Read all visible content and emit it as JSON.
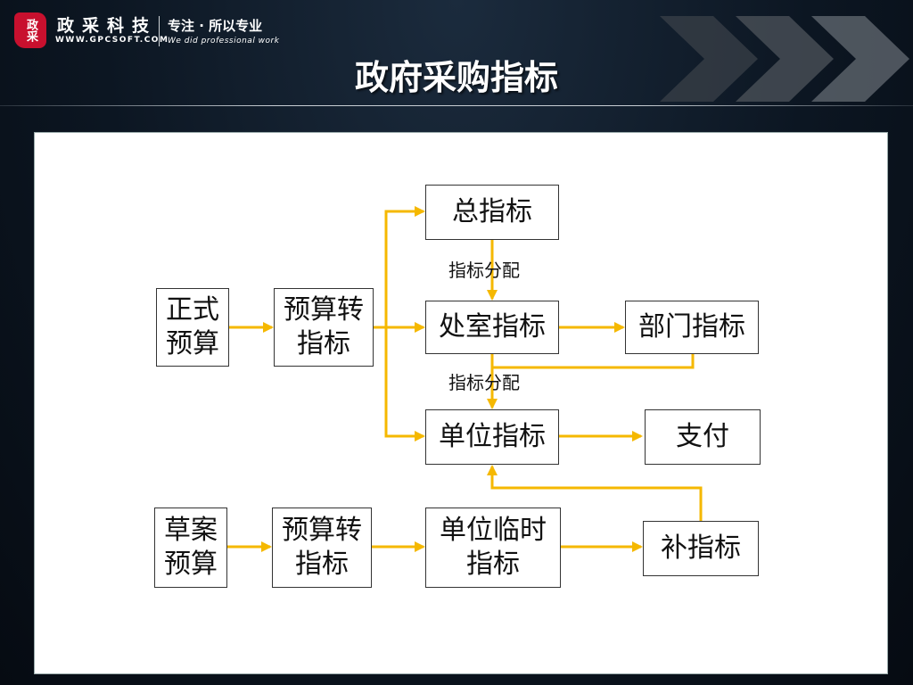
{
  "header": {
    "logo_seal_text": "政采",
    "brand_name": "政采科技",
    "brand_url": "WWW.GPCSOFT.COM",
    "slogan_cn": "专注 · 所以专业",
    "slogan_en": "We did professional work"
  },
  "title": "政府采购指标",
  "diagram": {
    "nodes": {
      "formal_budget": [
        "正式",
        "预算"
      ],
      "convert_1": [
        "预算转",
        "指标"
      ],
      "total_indicator": [
        "总指标"
      ],
      "office_indicator": [
        "处室指标"
      ],
      "dept_indicator": [
        "部门指标"
      ],
      "unit_indicator": [
        "单位指标"
      ],
      "payment": [
        "支付"
      ],
      "draft_budget": [
        "草案",
        "预算"
      ],
      "convert_2": [
        "预算转",
        "指标"
      ],
      "unit_temp_indicator": [
        "单位临时",
        "指标"
      ],
      "supplement_indicator": [
        "补指标"
      ]
    },
    "edge_labels": {
      "allocation_1": "指标分配",
      "allocation_2": "指标分配"
    },
    "arrow_color": "#f5b800"
  }
}
